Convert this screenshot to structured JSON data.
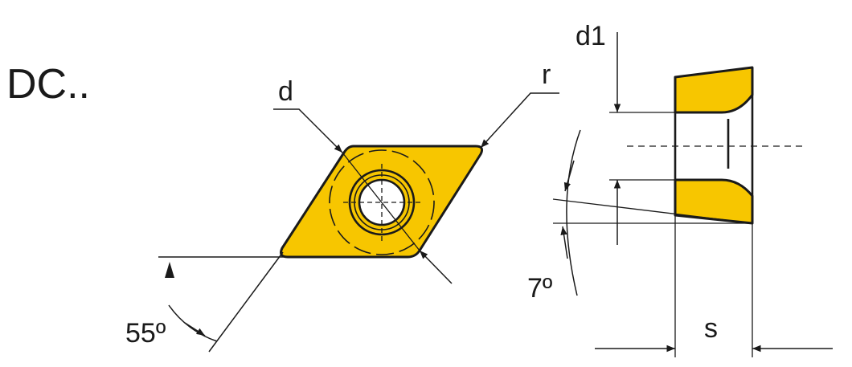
{
  "diagram": {
    "series_code": "DC..",
    "labels": {
      "inscribed_circle": "d",
      "corner_radius": "r",
      "included_angle": "55º",
      "hole_diameter": "d1",
      "clearance_angle": "7º",
      "thickness": "s"
    },
    "colors": {
      "insert_fill": "#F7C600",
      "line": "#1a1a1a",
      "background": "#ffffff"
    }
  }
}
